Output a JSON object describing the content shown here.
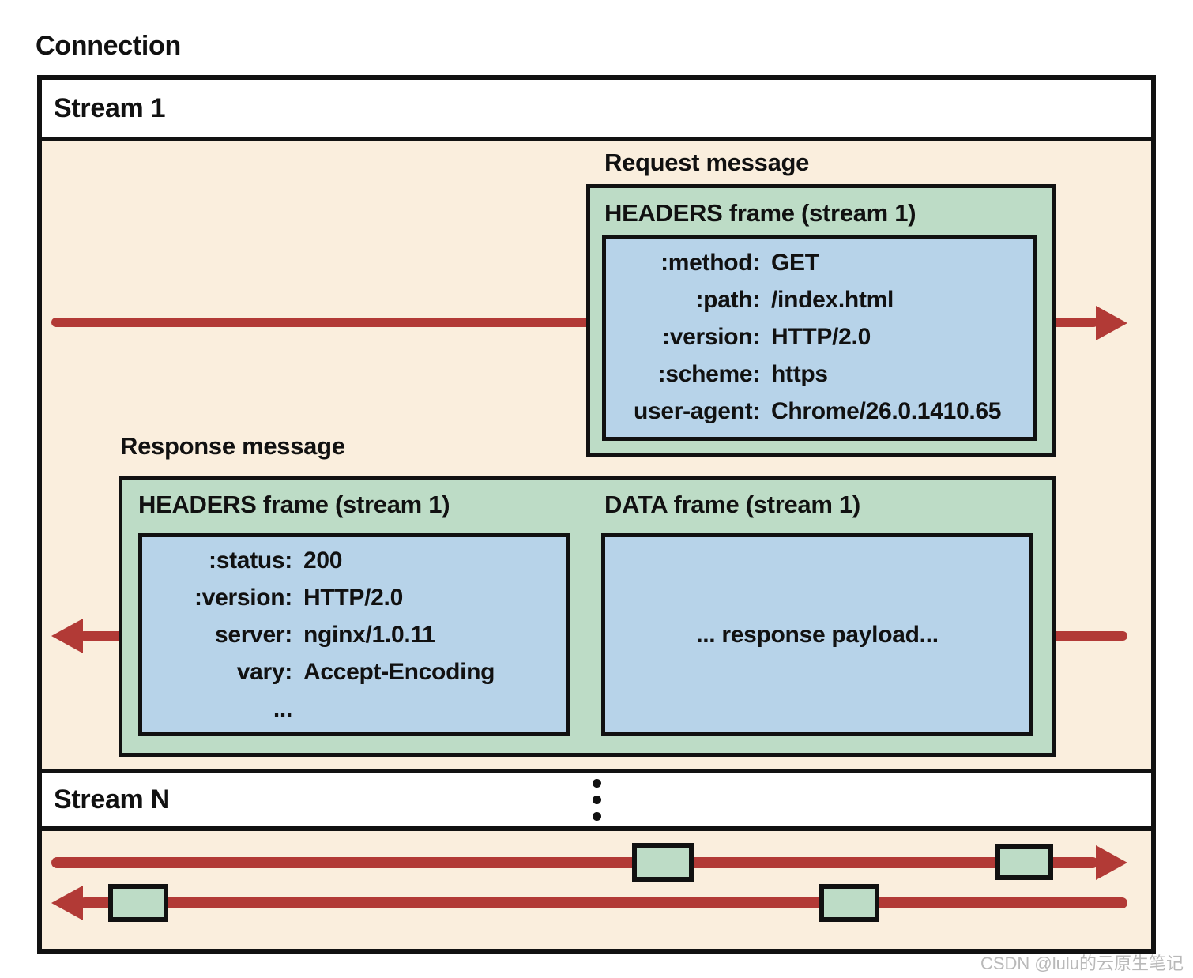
{
  "connection_label": "Connection",
  "watermark": "CSDN @lulu的云原生笔记",
  "colors": {
    "background": "#faeedd",
    "frame_green": "#bddcc6",
    "header_blue": "#b7d3e9",
    "arrow_red": "#b23a36",
    "border_black": "#111111",
    "watermark_gray": "#b9b9b9"
  },
  "stream1": {
    "label": "Stream 1",
    "request": {
      "label": "Request message",
      "frame_title": "HEADERS frame (stream 1)",
      "headers": [
        {
          "key": ":method:",
          "value": "GET"
        },
        {
          "key": ":path:",
          "value": "/index.html"
        },
        {
          "key": ":version:",
          "value": "HTTP/2.0"
        },
        {
          "key": ":scheme:",
          "value": "https"
        },
        {
          "key": "user-agent:",
          "value": "Chrome/26.0.1410.65"
        }
      ]
    },
    "response": {
      "label": "Response message",
      "headers_frame_title": "HEADERS frame (stream 1)",
      "data_frame_title": "DATA frame (stream 1)",
      "headers": [
        {
          "key": ":status:",
          "value": "200"
        },
        {
          "key": ":version:",
          "value": "HTTP/2.0"
        },
        {
          "key": "server:",
          "value": "nginx/1.0.11"
        },
        {
          "key": "vary:",
          "value": "Accept-Encoding"
        },
        {
          "key": "...",
          "value": ""
        }
      ],
      "data_frame_text": "... response payload..."
    }
  },
  "streamN": {
    "label": "Stream N"
  }
}
